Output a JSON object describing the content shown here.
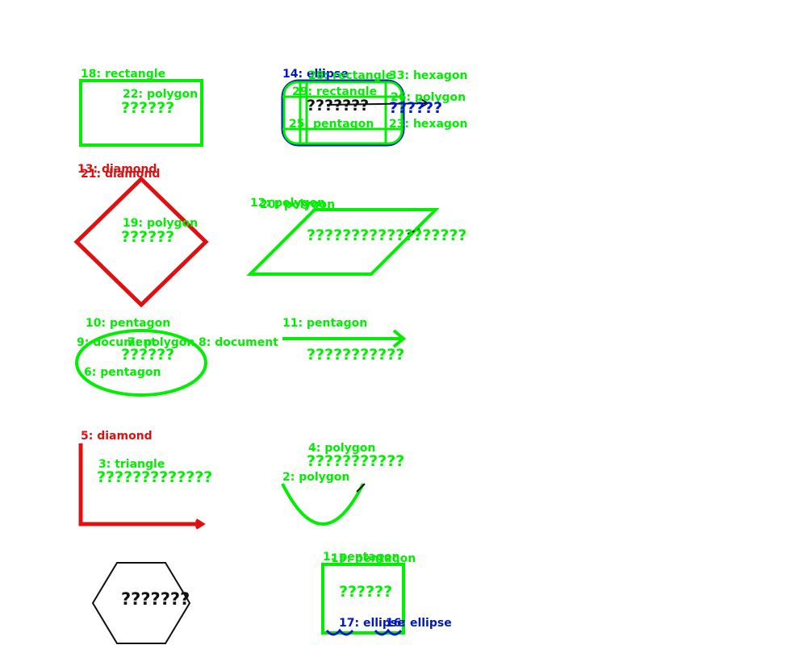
{
  "labels": {
    "l18": "18: rectangle",
    "l22": "22: polygon",
    "l14": "14: ellipse",
    "l28": "28: rectangle",
    "l33": "33: hexagon",
    "l29": "29: rectangle",
    "l26": "26: polygon",
    "l25": "25: pentagon",
    "l23": "23: hexagon",
    "l13": "13: diamond",
    "l21": "21: diamond",
    "l19": "19: polygon",
    "l12": "12: polygon",
    "l20": "20: polygon",
    "l10": "10: pentagon",
    "l9": "9: document",
    "l7": "7: polygon",
    "l8": "8: document",
    "l6": "6: pentagon",
    "l11": "11: pentagon",
    "l5": "5: diamond",
    "l4": "4: polygon",
    "l3": "3: triangle",
    "l2": "2: polygon",
    "l1": "1: pentagon",
    "l15": "15: pentagon",
    "l17": "17: ellipse",
    "l16": "16: ellipse"
  },
  "placeholder_text": {
    "q6": "??????",
    "q7": "???????",
    "q11": "???????????",
    "q12": "???????????",
    "q13": "?????????????",
    "q14": "??????????????????"
  },
  "colors": {
    "green": "#00ee00",
    "red": "#e01010",
    "blue": "#0018c8",
    "black": "#111111"
  }
}
